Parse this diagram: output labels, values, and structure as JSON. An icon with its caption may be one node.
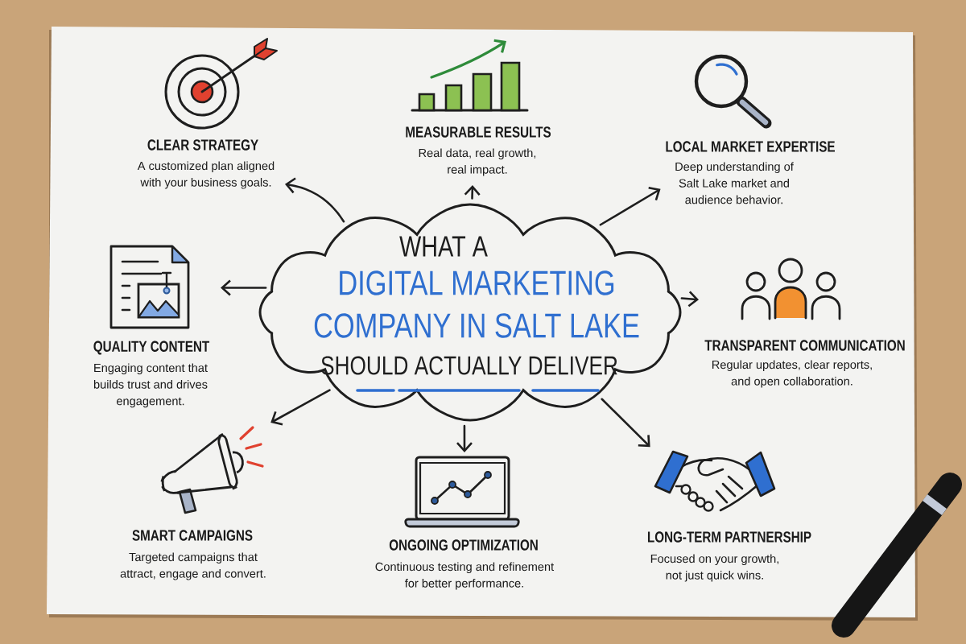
{
  "diagram": {
    "nodes": [
      {
        "text": [
          "WHAT A",
          "DIGITAL MARKETING COMPANY IN SALT LAKE",
          "SHOULD ACTUALLY DELIVER"
        ]
      },
      {
        "text": [
          "CLEAR STRATEGY",
          "A customized plan aligned with your business goals."
        ]
      },
      {
        "text": [],
        "shape": "picture",
        "in": 1
      },
      {
        "text": [
          "MEASURABLE RESULTS",
          "Real data, real growth, real impact."
        ]
      },
      {
        "text": [],
        "shape": "picture",
        "in": 3
      },
      {
        "text": [
          "LOCAL MARKET EXPERTISE",
          "Deep understanding of Salt Lake market and audience behavior."
        ]
      },
      {
        "text": [],
        "shape": "picture",
        "in": 5
      },
      {
        "text": [
          "QUALITY CONTENT",
          "Engaging content that builds trust and drives engagement."
        ]
      },
      {
        "text": [],
        "shape": "picture",
        "in": 7
      },
      {
        "text": [
          "TRANSPARENT COMMUNICATION",
          "Regular updates, clear reports, and open collaboration."
        ]
      },
      {
        "text": [],
        "shape": "picture",
        "in": 9
      },
      {
        "text": [
          "SMART CAMPAIGNS",
          "Targeted campaigns that attract, engage and convert."
        ]
      },
      {
        "text": [],
        "shape": "picture",
        "in": 11
      },
      {
        "text": [
          "ONGOING OPTIMIZATION",
          "Continuous testing and refinement for better performance."
        ]
      },
      {
        "text": [],
        "shape": "picture",
        "in": 13
      },
      {
        "text": [
          "LONG-TERM PARTNERSHIP",
          "Focused on your growth, not just quick wins."
        ]
      },
      {
        "text": [],
        "shape": "picture",
        "in": 15
      }
    ],
    "edges": [
      {
        "from": 0,
        "to": 1,
        "arrow": "to"
      },
      {
        "from": 0,
        "to": 3,
        "arrow": "to"
      },
      {
        "from": 0,
        "to": 5,
        "arrow": "to"
      },
      {
        "from": 0,
        "to": 7,
        "arrow": "to"
      },
      {
        "from": 0,
        "to": 9,
        "arrow": "to"
      },
      {
        "from": 0,
        "to": 11,
        "arrow": "to"
      },
      {
        "from": 0,
        "to": 13,
        "arrow": "to"
      },
      {
        "from": 0,
        "to": 15,
        "arrow": "to"
      }
    ]
  }
}
